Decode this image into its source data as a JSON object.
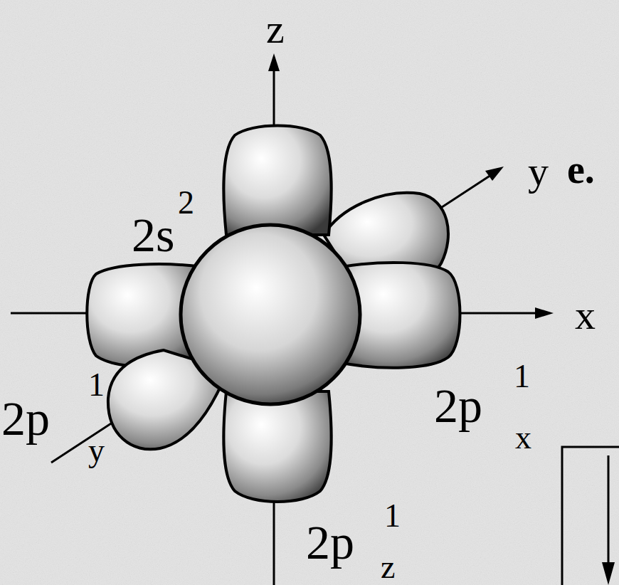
{
  "diagram": {
    "labels": [
      "z",
      "y",
      "e.",
      "x",
      "2s",
      "2",
      "2p",
      "1",
      "y",
      "2p",
      "1",
      "x",
      "2p",
      "1",
      "z"
    ]
  }
}
